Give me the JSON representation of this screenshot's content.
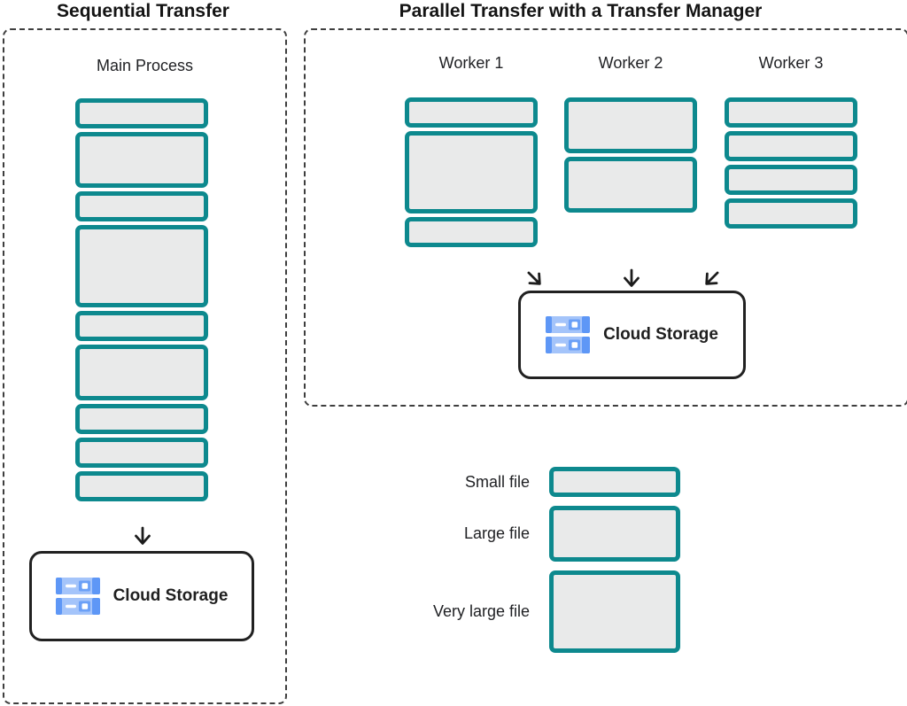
{
  "colors": {
    "teal": "#0d898e",
    "block_fill": "#e9eaea",
    "outline": "#212121"
  },
  "sequential": {
    "title": "Sequential Transfer",
    "process_label": "Main Process",
    "blocks": [
      "small",
      "large",
      "small",
      "xlarge",
      "small",
      "large",
      "small",
      "small",
      "small"
    ],
    "storage": {
      "label": "Cloud Storage",
      "icon": "cloud-storage-icon"
    }
  },
  "parallel": {
    "title": "Parallel Transfer with a Transfer Manager",
    "workers": [
      {
        "name": "Worker 1",
        "blocks": [
          "small",
          "xlarge",
          "small"
        ]
      },
      {
        "name": "Worker 2",
        "blocks": [
          "large",
          "large"
        ]
      },
      {
        "name": "Worker 3",
        "blocks": [
          "small",
          "small",
          "small",
          "small"
        ]
      }
    ],
    "storage": {
      "label": "Cloud Storage",
      "icon": "cloud-storage-icon"
    }
  },
  "legend": {
    "items": [
      {
        "label": "Small file",
        "blocks": [
          "small"
        ]
      },
      {
        "label": "Large file",
        "blocks": [
          "large"
        ]
      },
      {
        "label": "Very large file",
        "blocks": [
          "xlarge"
        ]
      }
    ]
  }
}
